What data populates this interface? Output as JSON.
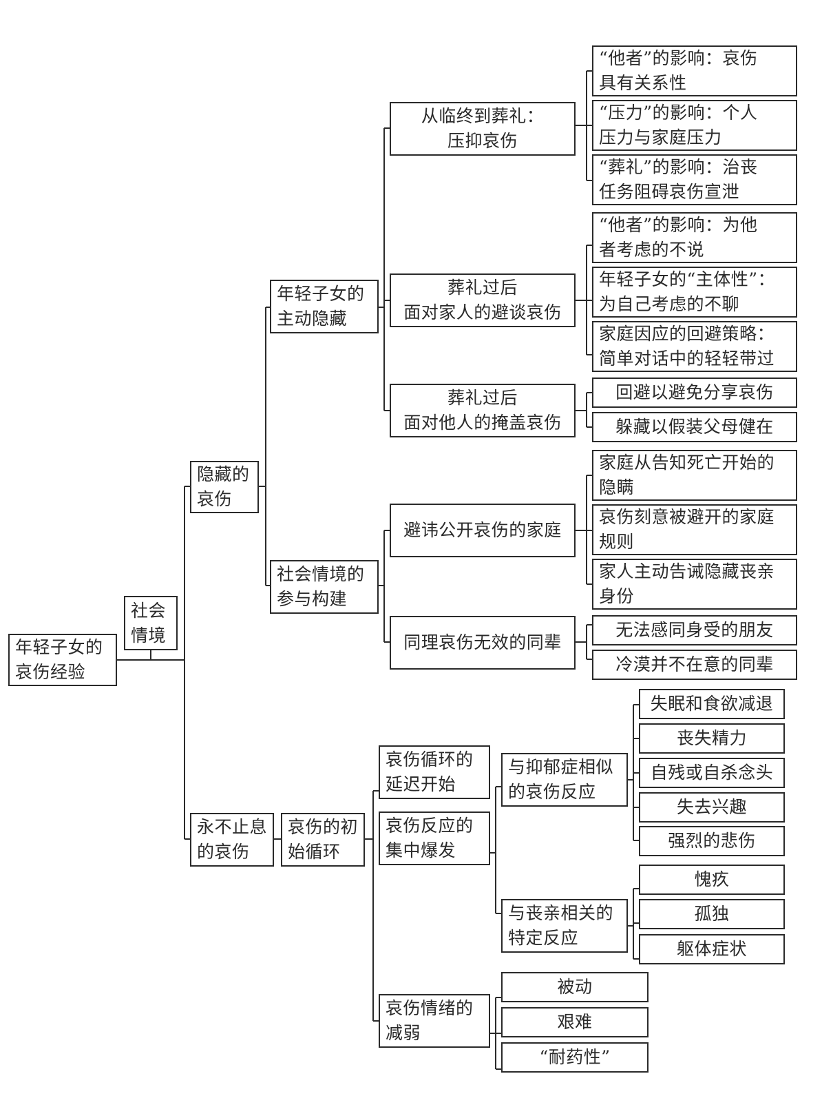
{
  "root": {
    "lines": [
      "年轻子女的",
      "哀伤经验"
    ]
  },
  "context_label": {
    "lines": [
      "社会",
      "情境"
    ]
  },
  "level1": [
    {
      "lines": [
        "隐藏的",
        "哀伤"
      ]
    },
    {
      "lines": [
        "永不止息",
        "的哀伤"
      ]
    }
  ],
  "hidden": {
    "a": {
      "lines": [
        "年轻子女的",
        "主动隐藏"
      ]
    },
    "b": {
      "lines": [
        "社会情境的",
        "参与构建"
      ]
    },
    "a_children": [
      {
        "lines": [
          "从临终到葬礼：",
          "压抑哀伤"
        ],
        "children": [
          {
            "lines": [
              "“他者”的影响：哀伤",
              "具有关系性"
            ]
          },
          {
            "lines": [
              "“压力”的影响：个人",
              "压力与家庭压力"
            ]
          },
          {
            "lines": [
              "“葬礼”的影响：治丧",
              "任务阻碍哀伤宣泄"
            ]
          }
        ]
      },
      {
        "lines": [
          "葬礼过后",
          "面对家人的避谈哀伤"
        ],
        "children": [
          {
            "lines": [
              "“他者”的影响：为他",
              "者考虑的不说"
            ]
          },
          {
            "lines": [
              "年轻子女的“主体性”：",
              "为自己考虑的不聊"
            ]
          },
          {
            "lines": [
              "家庭因应的回避策略：",
              "简单对话中的轻轻带过"
            ]
          }
        ]
      },
      {
        "lines": [
          "葬礼过后",
          "面对他人的掩盖哀伤"
        ],
        "children": [
          {
            "lines": [
              "回避以避免分享哀伤"
            ]
          },
          {
            "lines": [
              "躲藏以假装父母健在"
            ]
          }
        ]
      }
    ],
    "b_children": [
      {
        "lines": [
          "避讳公开哀伤的家庭"
        ],
        "children": [
          {
            "lines": [
              "家庭从告知死亡开始的",
              "隐瞒"
            ]
          },
          {
            "lines": [
              "哀伤刻意被避开的家庭",
              "规则"
            ]
          },
          {
            "lines": [
              "家人主动告诫隐藏丧亲",
              "身份"
            ]
          }
        ]
      },
      {
        "lines": [
          "同理哀伤无效的同辈"
        ],
        "children": [
          {
            "lines": [
              "无法感同身受的朋友"
            ]
          },
          {
            "lines": [
              "冷漠并不在意的同辈"
            ]
          }
        ]
      }
    ]
  },
  "endless": {
    "initial_cycle": {
      "lines": [
        "哀伤的初",
        "始循环"
      ]
    },
    "stages": [
      {
        "lines": [
          "哀伤循环的",
          "延迟开始"
        ]
      },
      {
        "lines": [
          "哀伤反应的",
          "集中爆发"
        ]
      },
      {
        "lines": [
          "哀伤情绪的",
          "减弱"
        ]
      }
    ],
    "outburst_children": [
      {
        "lines": [
          "与抑郁症相似",
          "的哀伤反应"
        ],
        "children": [
          {
            "lines": [
              "失眠和食欲减退"
            ]
          },
          {
            "lines": [
              "丧失精力"
            ]
          },
          {
            "lines": [
              "自残或自杀念头"
            ]
          },
          {
            "lines": [
              "失去兴趣"
            ]
          },
          {
            "lines": [
              "强烈的悲伤"
            ]
          }
        ]
      },
      {
        "lines": [
          "与丧亲相关的",
          "特定反应"
        ],
        "children": [
          {
            "lines": [
              "愧疚"
            ]
          },
          {
            "lines": [
              "孤独"
            ]
          },
          {
            "lines": [
              "躯体症状"
            ]
          }
        ]
      }
    ],
    "weaken_children": [
      {
        "lines": [
          "被动"
        ]
      },
      {
        "lines": [
          "艰难"
        ]
      },
      {
        "lines": [
          "“耐药性”"
        ]
      }
    ]
  },
  "style": {
    "line_color": "#2a2a2a",
    "box_border": "#2a2a2a",
    "background": "#ffffff"
  }
}
